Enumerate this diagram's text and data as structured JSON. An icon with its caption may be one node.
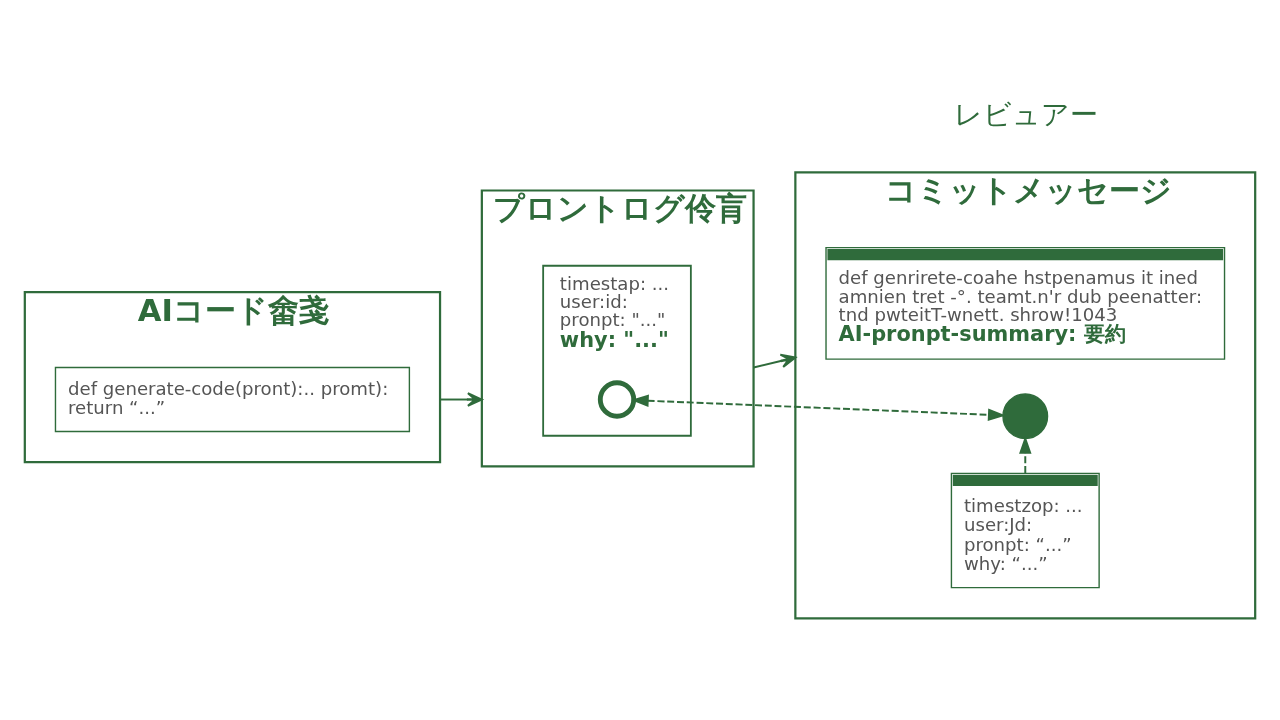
{
  "diagram": {
    "nodes": [
      {
        "text": [
          "AIコード畬戔"
        ]
      },
      {
        "text": [
          "def generate-code(pront):.. promt):",
          "return “...”"
        ],
        "in": 0
      },
      {
        "text": [
          "プロントログ伶肓"
        ]
      },
      {
        "text": [
          "timestap: ...",
          "user:id:",
          "pronpt: \"...\"",
          "why: \"...\""
        ],
        "in": 2
      },
      {
        "text": [],
        "shape": "circle",
        "in": 3
      },
      {
        "text": [
          "コミットメッセージ"
        ]
      },
      {
        "text": [
          "def genrirete-coahe hstpenamus it ined amnien tret -°. teamt.n'r dub peenatter: tnd pwteitT-wnett. shrow!1043",
          "AI-pronpt-summary: 要約"
        ],
        "in": 5
      },
      {
        "text": [],
        "shape": "circle",
        "in": 5
      },
      {
        "text": [
          "timestzop: ...",
          "user:Jd:",
          "pronpt: “...”",
          "why: “...”"
        ],
        "in": 5
      },
      {
        "text": [
          "レビュアー"
        ]
      }
    ],
    "edges": [
      {
        "from": 0,
        "to": 2,
        "arrow": "to"
      },
      {
        "from": 2,
        "to": 5,
        "arrow": "to"
      },
      {
        "from": 4,
        "to": 7,
        "arrow": "both",
        "style": "dashed"
      },
      {
        "from": 8,
        "to": 7,
        "arrow": "to",
        "style": "dashed"
      }
    ]
  }
}
